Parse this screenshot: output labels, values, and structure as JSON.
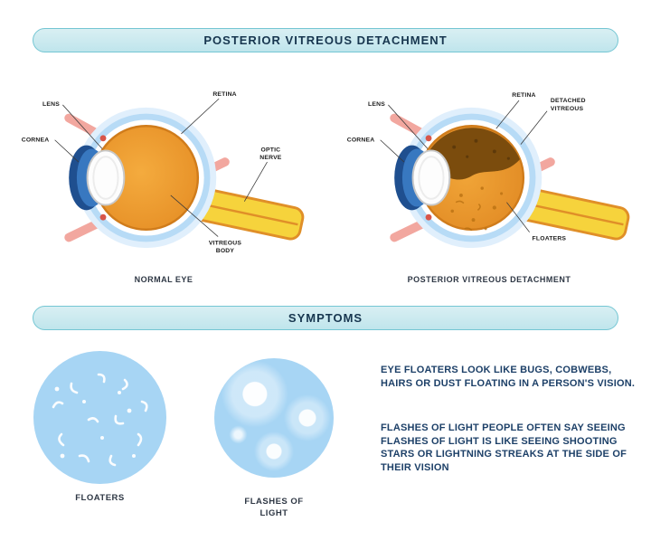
{
  "header": {
    "title": "POSTERIOR VITREOUS DETACHMENT"
  },
  "normal_eye": {
    "caption": "NORMAL EYE",
    "labels": {
      "lens": "LENS",
      "cornea": "CORNEA",
      "retina": "RETINA",
      "optic1": "OPTIC",
      "optic2": "NERVE",
      "vit1": "VITREOUS",
      "vit2": "BODY"
    }
  },
  "pvd_eye": {
    "caption": "POSTERIOR VITREOUS DETACHMENT",
    "labels": {
      "lens": "LENS",
      "cornea": "CORNEA",
      "retina": "RETINA",
      "det1": "DETACHED",
      "det2": "VITREOUS",
      "floaters": "FLOATERS"
    }
  },
  "symptoms": {
    "banner": "SYMPTOMS",
    "floaters_caption": "FLOATERS",
    "flashes_caption_line1": "FLASHES OF",
    "flashes_caption_line2": "LIGHT",
    "text1": "EYE FLOATERS LOOK LIKE BUGS, COBWEBS, HAIRS OR DUST FLOATING IN A PERSON'S VISION.",
    "text2": "FLASHES OF LIGHT PEOPLE OFTEN SAY SEEING FLASHES OF LIGHT IS LIKE SEEING SHOOTING STARS OR LIGHTNING STREAKS AT THE SIDE OF THEIR VISION"
  },
  "colors": {
    "banner_fill": "#bfe5ec",
    "banner_border": "#74c6d3",
    "heading_text": "#17364f",
    "body_text": "#1d4068",
    "eye_orange": "#ee9b2e",
    "nerve_yellow": "#f6d33c",
    "muscle_pink": "#f2a79f",
    "cornea_blue": "#3878c0",
    "detached_brown": "#7b4c0d",
    "symptom_circle_blue": "#a7d5f4"
  }
}
